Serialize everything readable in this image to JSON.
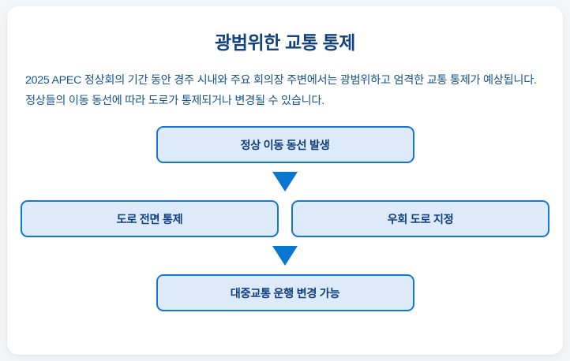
{
  "card": {
    "title": "광범위한 교통 통제",
    "description": "2025 APEC 정상회의 기간 동안 경주 시내와 주요 회의장 주변에서는 광범위하고 엄격한 교통 통제가 예상됩니다. 정상들의 이동 동선에 따라 도로가 통제되거나 변경될 수 있습니다."
  },
  "flow": {
    "step1": {
      "label": "정상 이동 동선 발생"
    },
    "arrow1": {
      "icon": "triangle-down-icon"
    },
    "step2a": {
      "label": "도로 전면 통제"
    },
    "step2b": {
      "label": "우회 도로 지정"
    },
    "arrow2": {
      "icon": "triangle-down-icon"
    },
    "step3": {
      "label": "대중교통 운행 변경 가능"
    }
  },
  "colors": {
    "page_background": "#f4f6f9",
    "card_background": "#ffffff",
    "title_text": "#11427f",
    "body_text": "#16538f",
    "box_fill": "#ddeaf9",
    "box_border": "#1577d2",
    "box_text": "#103f7d",
    "arrow": "#0b76d0"
  }
}
